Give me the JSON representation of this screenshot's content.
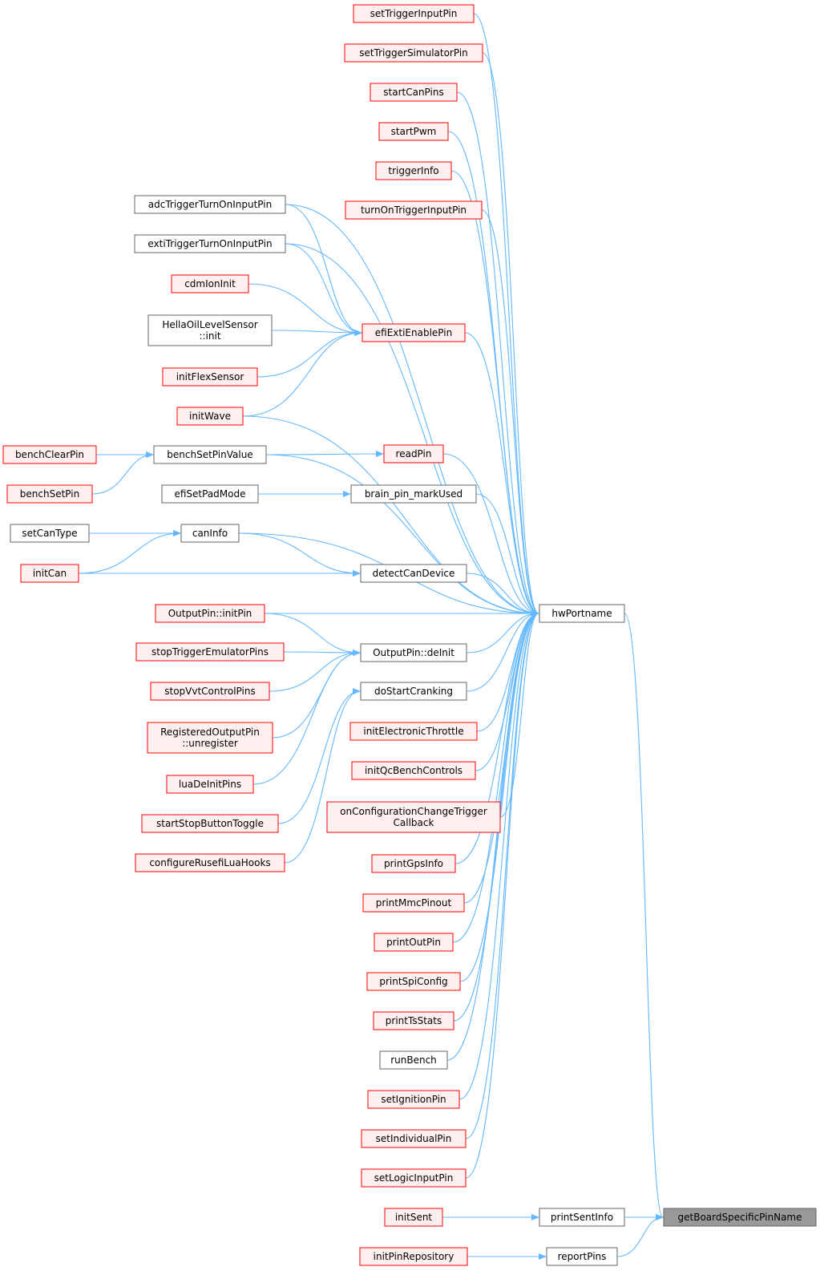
{
  "colors": {
    "edge": "#63b8ff",
    "node_fill": "#ffffff",
    "node_border_gray": "#666666",
    "node_fill_red": "#fff0f0",
    "node_border_red": "#ff0000",
    "root_fill": "#999999",
    "root_border": "#666666"
  },
  "nodes": [
    {
      "id": "setTriggerInputPin",
      "label": [
        "setTriggerInputPin"
      ],
      "style": "red"
    },
    {
      "id": "setTriggerSimulatorPin",
      "label": [
        "setTriggerSimulatorPin"
      ],
      "style": "red"
    },
    {
      "id": "startCanPins",
      "label": [
        "startCanPins"
      ],
      "style": "red"
    },
    {
      "id": "startPwm",
      "label": [
        "startPwm"
      ],
      "style": "red"
    },
    {
      "id": "triggerInfo",
      "label": [
        "triggerInfo"
      ],
      "style": "red"
    },
    {
      "id": "turnOnTriggerInputPin",
      "label": [
        "turnOnTriggerInputPin"
      ],
      "style": "red"
    },
    {
      "id": "adcTriggerTurnOnInputPin",
      "label": [
        "adcTriggerTurnOnInputPin"
      ],
      "style": "gray"
    },
    {
      "id": "extiTriggerTurnOnInputPin",
      "label": [
        "extiTriggerTurnOnInputPin"
      ],
      "style": "gray"
    },
    {
      "id": "cdmIonInit",
      "label": [
        "cdmIonInit"
      ],
      "style": "red"
    },
    {
      "id": "HellaOilLevelSensor",
      "label": [
        "HellaOilLevelSensor",
        "::init"
      ],
      "style": "gray"
    },
    {
      "id": "efiExtiEnablePin",
      "label": [
        "efiExtiEnablePin"
      ],
      "style": "red"
    },
    {
      "id": "initFlexSensor",
      "label": [
        "initFlexSensor"
      ],
      "style": "red"
    },
    {
      "id": "initWave",
      "label": [
        "initWave"
      ],
      "style": "red"
    },
    {
      "id": "benchClearPin",
      "label": [
        "benchClearPin"
      ],
      "style": "red"
    },
    {
      "id": "benchSetPinValue",
      "label": [
        "benchSetPinValue"
      ],
      "style": "gray"
    },
    {
      "id": "readPin",
      "label": [
        "readPin"
      ],
      "style": "red"
    },
    {
      "id": "benchSetPin",
      "label": [
        "benchSetPin"
      ],
      "style": "red"
    },
    {
      "id": "efiSetPadMode",
      "label": [
        "efiSetPadMode"
      ],
      "style": "gray"
    },
    {
      "id": "brain_pin_markUsed",
      "label": [
        "brain_pin_markUsed"
      ],
      "style": "gray"
    },
    {
      "id": "setCanType",
      "label": [
        "setCanType"
      ],
      "style": "gray"
    },
    {
      "id": "canInfo",
      "label": [
        "canInfo"
      ],
      "style": "gray"
    },
    {
      "id": "initCan",
      "label": [
        "initCan"
      ],
      "style": "red"
    },
    {
      "id": "detectCanDevice",
      "label": [
        "detectCanDevice"
      ],
      "style": "gray"
    },
    {
      "id": "hwPortname",
      "label": [
        "hwPortname"
      ],
      "style": "gray"
    },
    {
      "id": "OutputPinInitPin",
      "label": [
        "OutputPin::initPin"
      ],
      "style": "red"
    },
    {
      "id": "stopTriggerEmulatorPins",
      "label": [
        "stopTriggerEmulatorPins"
      ],
      "style": "red"
    },
    {
      "id": "OutputPinDeInit",
      "label": [
        "OutputPin::deInit"
      ],
      "style": "gray"
    },
    {
      "id": "stopVvtControlPins",
      "label": [
        "stopVvtControlPins"
      ],
      "style": "red"
    },
    {
      "id": "doStartCranking",
      "label": [
        "doStartCranking"
      ],
      "style": "gray"
    },
    {
      "id": "RegisteredOutputPin",
      "label": [
        "RegisteredOutputPin",
        "::unregister"
      ],
      "style": "red"
    },
    {
      "id": "initElectronicThrottle",
      "label": [
        "initElectronicThrottle"
      ],
      "style": "red"
    },
    {
      "id": "initQcBenchControls",
      "label": [
        "initQcBenchControls"
      ],
      "style": "red"
    },
    {
      "id": "luaDeInitPins",
      "label": [
        "luaDeInitPins"
      ],
      "style": "red"
    },
    {
      "id": "onConfigurationChangeTriggerCallback",
      "label": [
        "onConfigurationChangeTrigger",
        "Callback"
      ],
      "style": "red"
    },
    {
      "id": "startStopButtonToggle",
      "label": [
        "startStopButtonToggle"
      ],
      "style": "red"
    },
    {
      "id": "configureRusefiLuaHooks",
      "label": [
        "configureRusefiLuaHooks"
      ],
      "style": "red"
    },
    {
      "id": "printGpsInfo",
      "label": [
        "printGpsInfo"
      ],
      "style": "red"
    },
    {
      "id": "printMmcPinout",
      "label": [
        "printMmcPinout"
      ],
      "style": "red"
    },
    {
      "id": "printOutPin",
      "label": [
        "printOutPin"
      ],
      "style": "red"
    },
    {
      "id": "printSpiConfig",
      "label": [
        "printSpiConfig"
      ],
      "style": "red"
    },
    {
      "id": "printTsStats",
      "label": [
        "printTsStats"
      ],
      "style": "red"
    },
    {
      "id": "runBench",
      "label": [
        "runBench"
      ],
      "style": "gray"
    },
    {
      "id": "setIgnitionPin",
      "label": [
        "setIgnitionPin"
      ],
      "style": "red"
    },
    {
      "id": "setIndividualPin",
      "label": [
        "setIndividualPin"
      ],
      "style": "red"
    },
    {
      "id": "setLogicInputPin",
      "label": [
        "setLogicInputPin"
      ],
      "style": "red"
    },
    {
      "id": "initSent",
      "label": [
        "initSent"
      ],
      "style": "red"
    },
    {
      "id": "printSentInfo",
      "label": [
        "printSentInfo"
      ],
      "style": "gray"
    },
    {
      "id": "getBoardSpecificPinName",
      "label": [
        "getBoardSpecificPinName"
      ],
      "style": "root"
    },
    {
      "id": "initPinRepository",
      "label": [
        "initPinRepository"
      ],
      "style": "red"
    },
    {
      "id": "reportPins",
      "label": [
        "reportPins"
      ],
      "style": "gray"
    }
  ],
  "edges": [
    {
      "from": "hwPortname",
      "to": "setTriggerInputPin"
    },
    {
      "from": "hwPortname",
      "to": "setTriggerSimulatorPin"
    },
    {
      "from": "hwPortname",
      "to": "startCanPins"
    },
    {
      "from": "hwPortname",
      "to": "startPwm"
    },
    {
      "from": "hwPortname",
      "to": "triggerInfo"
    },
    {
      "from": "hwPortname",
      "to": "turnOnTriggerInputPin"
    },
    {
      "from": "hwPortname",
      "to": "adcTriggerTurnOnInputPin"
    },
    {
      "from": "hwPortname",
      "to": "extiTriggerTurnOnInputPin"
    },
    {
      "from": "hwPortname",
      "to": "efiExtiEnablePin"
    },
    {
      "from": "hwPortname",
      "to": "initWave"
    },
    {
      "from": "hwPortname",
      "to": "benchSetPinValue"
    },
    {
      "from": "hwPortname",
      "to": "readPin"
    },
    {
      "from": "hwPortname",
      "to": "brain_pin_markUsed"
    },
    {
      "from": "hwPortname",
      "to": "canInfo"
    },
    {
      "from": "hwPortname",
      "to": "detectCanDevice"
    },
    {
      "from": "hwPortname",
      "to": "OutputPinInitPin"
    },
    {
      "from": "hwPortname",
      "to": "OutputPinDeInit"
    },
    {
      "from": "hwPortname",
      "to": "doStartCranking"
    },
    {
      "from": "hwPortname",
      "to": "initElectronicThrottle"
    },
    {
      "from": "hwPortname",
      "to": "initQcBenchControls"
    },
    {
      "from": "hwPortname",
      "to": "onConfigurationChangeTriggerCallback"
    },
    {
      "from": "hwPortname",
      "to": "printGpsInfo"
    },
    {
      "from": "hwPortname",
      "to": "printMmcPinout"
    },
    {
      "from": "hwPortname",
      "to": "printOutPin"
    },
    {
      "from": "hwPortname",
      "to": "printSpiConfig"
    },
    {
      "from": "hwPortname",
      "to": "printTsStats"
    },
    {
      "from": "hwPortname",
      "to": "runBench"
    },
    {
      "from": "hwPortname",
      "to": "setIgnitionPin"
    },
    {
      "from": "hwPortname",
      "to": "setIndividualPin"
    },
    {
      "from": "hwPortname",
      "to": "setLogicInputPin"
    },
    {
      "from": "efiExtiEnablePin",
      "to": "adcTriggerTurnOnInputPin"
    },
    {
      "from": "efiExtiEnablePin",
      "to": "extiTriggerTurnOnInputPin"
    },
    {
      "from": "efiExtiEnablePin",
      "to": "cdmIonInit"
    },
    {
      "from": "efiExtiEnablePin",
      "to": "HellaOilLevelSensor"
    },
    {
      "from": "efiExtiEnablePin",
      "to": "initFlexSensor"
    },
    {
      "from": "efiExtiEnablePin",
      "to": "initWave"
    },
    {
      "from": "benchSetPinValue",
      "to": "benchClearPin"
    },
    {
      "from": "benchSetPinValue",
      "to": "benchSetPin"
    },
    {
      "from": "readPin",
      "to": "benchSetPinValue"
    },
    {
      "from": "brain_pin_markUsed",
      "to": "efiSetPadMode"
    },
    {
      "from": "canInfo",
      "to": "setCanType"
    },
    {
      "from": "canInfo",
      "to": "initCan"
    },
    {
      "from": "detectCanDevice",
      "to": "canInfo"
    },
    {
      "from": "detectCanDevice",
      "to": "initCan"
    },
    {
      "from": "OutputPinDeInit",
      "to": "OutputPinInitPin"
    },
    {
      "from": "OutputPinDeInit",
      "to": "stopTriggerEmulatorPins"
    },
    {
      "from": "OutputPinDeInit",
      "to": "stopVvtControlPins"
    },
    {
      "from": "OutputPinDeInit",
      "to": "RegisteredOutputPin"
    },
    {
      "from": "OutputPinDeInit",
      "to": "luaDeInitPins"
    },
    {
      "from": "doStartCranking",
      "to": "startStopButtonToggle"
    },
    {
      "from": "doStartCranking",
      "to": "configureRusefiLuaHooks"
    },
    {
      "from": "getBoardSpecificPinName",
      "to": "hwPortname"
    },
    {
      "from": "getBoardSpecificPinName",
      "to": "printSentInfo"
    },
    {
      "from": "getBoardSpecificPinName",
      "to": "reportPins"
    },
    {
      "from": "printSentInfo",
      "to": "initSent"
    },
    {
      "from": "reportPins",
      "to": "initPinRepository"
    }
  ]
}
